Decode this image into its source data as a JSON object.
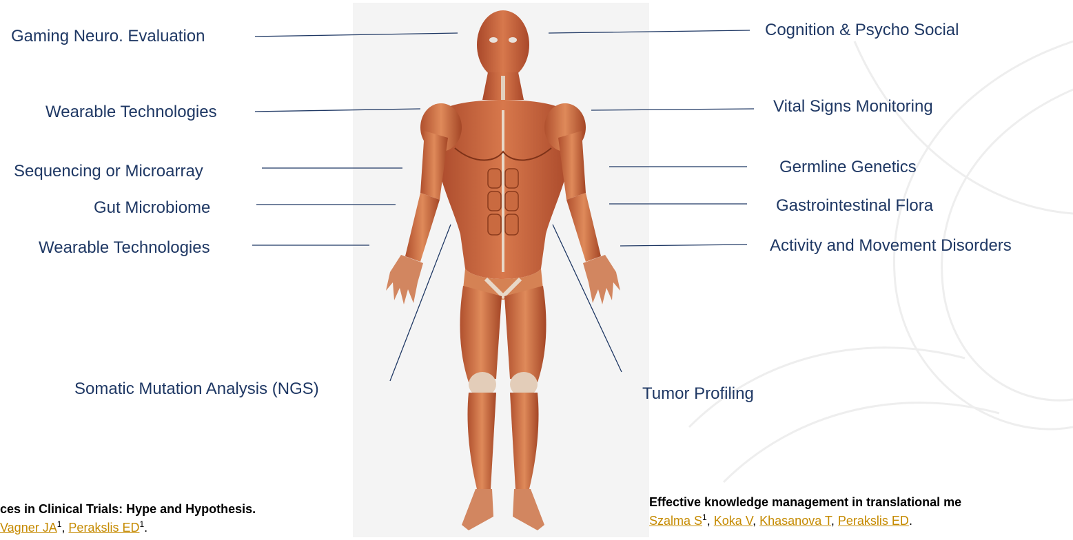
{
  "labels_left": [
    "Gaming Neuro. Evaluation",
    "Wearable Technologies",
    "Sequencing or Microarray",
    "Gut Microbiome",
    "Wearable Technologies",
    "Somatic Mutation Analysis (NGS)"
  ],
  "labels_right": [
    "Cognition & Psycho Social",
    "Vital Signs Monitoring",
    "Germline Genetics",
    "Gastrointestinal Flora",
    "Activity and Movement Disorders",
    "Tumor Profiling"
  ],
  "reference_left": {
    "title": "ces in Clinical Trials: Hype and Hypothesis.",
    "author1": "Vagner JA",
    "author1_sup": "1",
    "sep": ", ",
    "author2": "Perakslis ED",
    "author2_sup": "1",
    "end": "."
  },
  "reference_right": {
    "title": "Effective knowledge management in translational me",
    "author1": "Szalma S",
    "author1_sup": "1",
    "author2": "Koka V",
    "author3": "Khasanova T",
    "author4": "Perakslis ED",
    "sep": ", ",
    "end": "."
  },
  "colors": {
    "label_text": "#1f3864",
    "leader_line": "#1f3864",
    "link": "#c58a00",
    "muscle": "#c8643c",
    "tendon": "#e8d8c8"
  },
  "image_content": "muscular-anatomy-figure"
}
